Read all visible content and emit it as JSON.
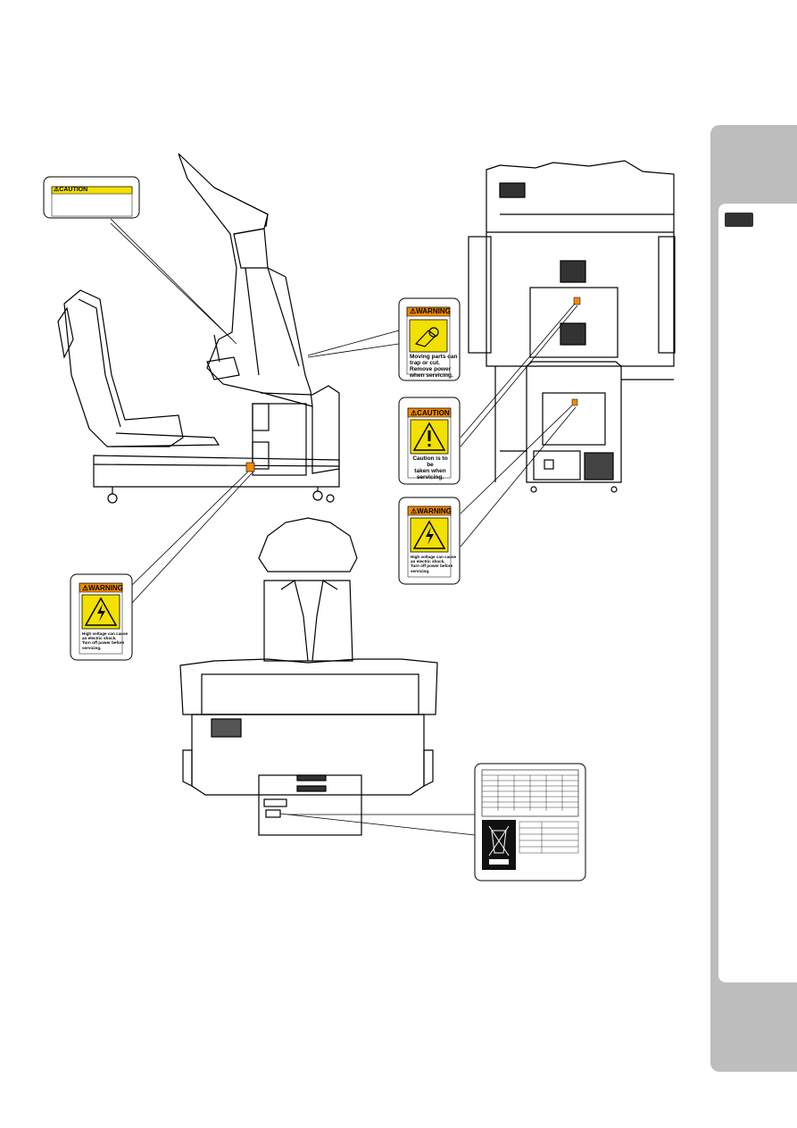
{
  "caution_label_1": {
    "header": "⚠CAUTION"
  },
  "warning_moving": {
    "header": "⚠WARNING",
    "text": [
      "Moving parts can",
      "trap or cut.",
      "Remove power",
      "when servicing."
    ]
  },
  "caution_service": {
    "header": "⚠CAUTION",
    "text": [
      "Caution is to be",
      "taken when",
      "servicing."
    ]
  },
  "warning_voltage_right": {
    "header": "⚠WARNING",
    "text": [
      "High voltage can cause",
      "an electric shock.",
      "Turn off power before",
      "servicing."
    ]
  },
  "warning_voltage_left": {
    "header": "⚠WARNING",
    "text": [
      "High voltage can cause",
      "an electric shock.",
      "Turn off power before",
      "servicing."
    ]
  },
  "colors": {
    "caution_yellow": "#f2e000",
    "warning_orange": "#f08a00",
    "tab_gray": "#bdbdbd"
  },
  "icons": [
    "exclamation-triangle-icon",
    "hand-gear-icon",
    "lightning-icon",
    "crossed-bin-icon"
  ]
}
